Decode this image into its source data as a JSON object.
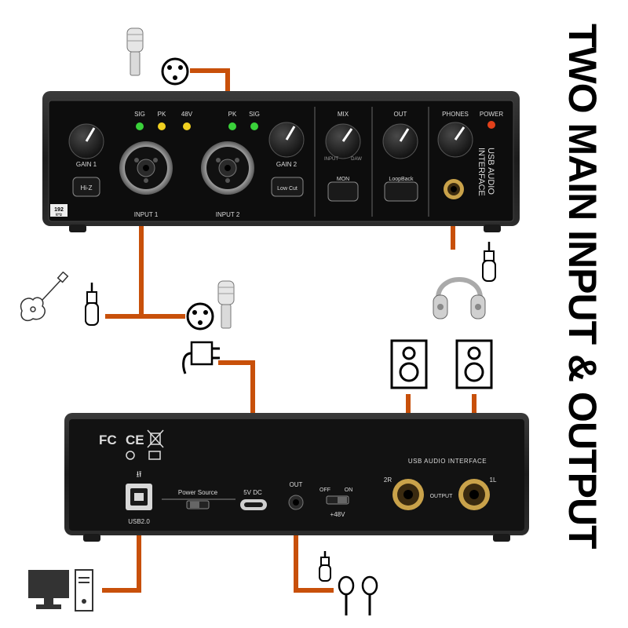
{
  "headline": "TWO MAIN INPUT & OUTPUT",
  "colors": {
    "cable": "#c8500a",
    "device_body": "#1e1e1e",
    "panel_face": "#0d0d0d",
    "label": "#dcdcdc",
    "led_green": "#3ad13a",
    "led_yellow": "#f0d020",
    "led_red": "#e2401a",
    "jack_gold": "#c9a24a"
  },
  "front_panel": {
    "led_labels": {
      "sig_1": "SIG",
      "pk_1": "PK",
      "v48": "48V",
      "pk_2": "PK",
      "sig_2": "SIG",
      "power": "POWER"
    },
    "knob_labels": {
      "gain1": "GAIN 1",
      "gain2": "GAIN 2",
      "mix": "MIX",
      "out": "OUT",
      "phones": "PHONES"
    },
    "mix_scale": {
      "left": "INPUT",
      "right": "DAW"
    },
    "buttons": {
      "hiz": "Hi-Z",
      "lowcut": "Low Cut",
      "mon": "MON",
      "loopback": "LoopBack"
    },
    "inputs": {
      "input1": "INPUT 1",
      "input2": "INPUT 2"
    },
    "badge": {
      "top": "192",
      "bottom": "kHz"
    },
    "brand_lines": [
      "USB AUDIO",
      "INTERFACE"
    ]
  },
  "back_panel": {
    "cert_marks": {
      "fcc": "FC",
      "ce": "CE"
    },
    "title": "USB AUDIO INTERFACE",
    "usb_label": "USB2.0",
    "power_source": "Power Source",
    "dc_label": "5V DC",
    "out_label": "OUT",
    "phantom": {
      "off": "OFF",
      "on": "ON",
      "value": "+48V"
    },
    "output": {
      "r": "2R",
      "center": "OUTPUT",
      "l": "1L"
    }
  },
  "icons": [
    "microphone-icon",
    "xlr-connector-icon",
    "guitar-icon",
    "jack-plug-icon",
    "headphones-icon",
    "power-adapter-icon",
    "speaker-icon",
    "computer-icon",
    "earbuds-icon"
  ]
}
